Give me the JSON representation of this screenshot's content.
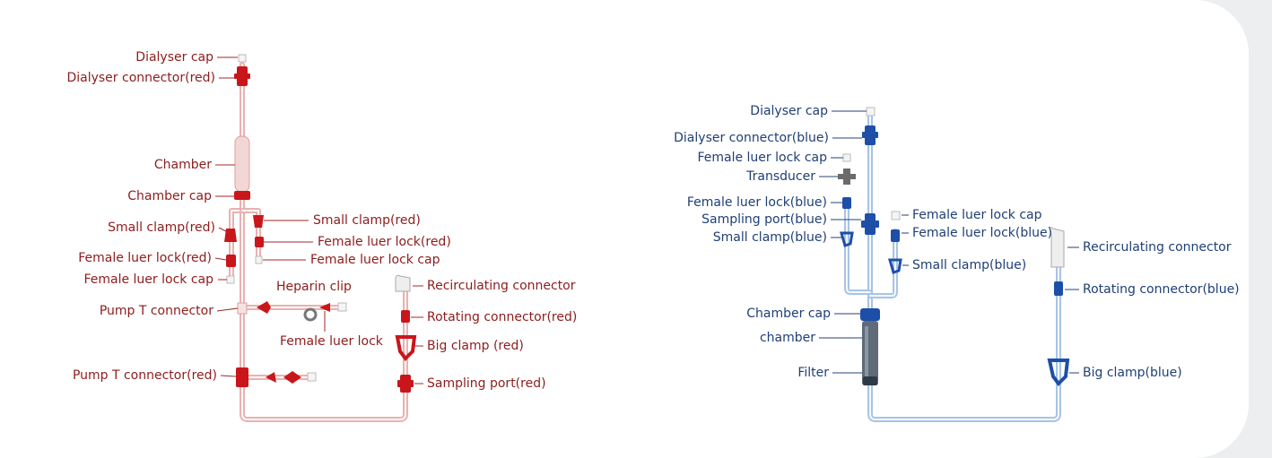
{
  "left": {
    "color": "#8e1c1c",
    "labels": {
      "dialyser_cap": "Dialyser cap",
      "dialyser_connector": "Dialyser connector(red)",
      "chamber": "Chamber",
      "chamber_cap": "Chamber cap",
      "small_clamp_left": "Small clamp(red)",
      "female_luer_lock_left": "Female luer lock(red)",
      "female_luer_lock_cap_left": "Female luer lock cap",
      "small_clamp_right": "Small clamp(red)",
      "female_luer_lock_right": "Female luer lock(red)",
      "female_luer_lock_cap_right": "Female luer lock cap",
      "pump_t_connector": "Pump T connector",
      "heparin_clip": "Heparin clip",
      "female_luer_lock": "Female luer lock",
      "pump_t_connector_red": "Pump T connector(red)",
      "recirculating_connector": "Recirculating connector",
      "rotating_connector": "Rotating connector(red)",
      "big_clamp": "Big clamp (red)",
      "sampling_port": "Sampling port(red)"
    }
  },
  "right": {
    "color": "#1f3f75",
    "labels": {
      "dialyser_cap": "Dialyser cap",
      "dialyser_connector": "Dialyser connector(blue)",
      "female_luer_lock_cap": "Female luer lock cap",
      "transducer": "Transducer",
      "female_luer_lock": "Female luer lock(blue)",
      "sampling_port": "Sampling port(blue)",
      "small_clamp_left": "Small clamp(blue)",
      "chamber_cap": "Chamber cap",
      "chamber": "chamber",
      "filter": "Filter",
      "female_luer_lock_cap_right": "Female luer lock cap",
      "female_luer_lock_right": "Female luer lock(blue)",
      "small_clamp_right": "Small clamp(blue)",
      "recirculating_connector": "Recirculating connector",
      "rotating_connector": "Rotating connector(blue)",
      "big_clamp": "Big clamp(blue)"
    }
  }
}
